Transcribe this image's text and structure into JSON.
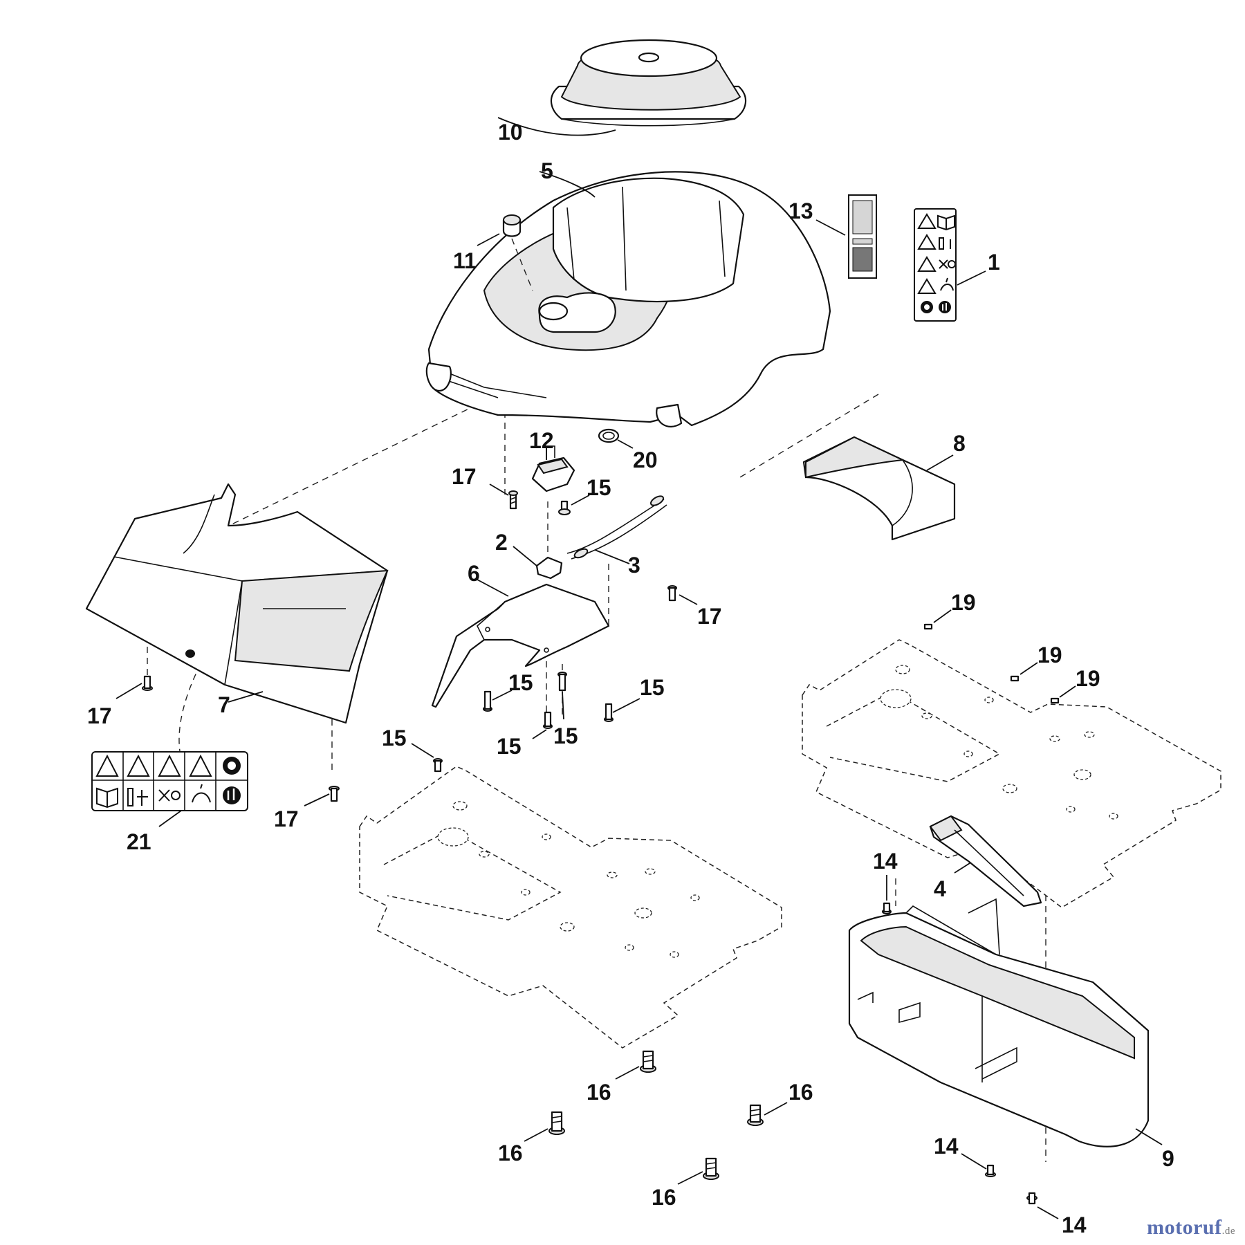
{
  "diagram": {
    "callouts": [
      {
        "id": "c10",
        "label": "10"
      },
      {
        "id": "c5",
        "label": "5"
      },
      {
        "id": "c11",
        "label": "11"
      },
      {
        "id": "c13",
        "label": "13"
      },
      {
        "id": "c1",
        "label": "1"
      },
      {
        "id": "c12",
        "label": "12"
      },
      {
        "id": "c20",
        "label": "20"
      },
      {
        "id": "c8",
        "label": "8"
      },
      {
        "id": "c17a",
        "label": "17"
      },
      {
        "id": "c15a",
        "label": "15"
      },
      {
        "id": "c2",
        "label": "2"
      },
      {
        "id": "c3",
        "label": "3"
      },
      {
        "id": "c6",
        "label": "6"
      },
      {
        "id": "c17b",
        "label": "17"
      },
      {
        "id": "c19a",
        "label": "19"
      },
      {
        "id": "c19b",
        "label": "19"
      },
      {
        "id": "c19c",
        "label": "19"
      },
      {
        "id": "c17c",
        "label": "17"
      },
      {
        "id": "c7",
        "label": "7"
      },
      {
        "id": "c15b",
        "label": "15"
      },
      {
        "id": "c15c",
        "label": "15"
      },
      {
        "id": "c15d",
        "label": "15"
      },
      {
        "id": "c15e",
        "label": "15"
      },
      {
        "id": "c15f",
        "label": "15"
      },
      {
        "id": "c17d",
        "label": "17"
      },
      {
        "id": "c21",
        "label": "21"
      },
      {
        "id": "c14a",
        "label": "14"
      },
      {
        "id": "c4",
        "label": "4"
      },
      {
        "id": "c16a",
        "label": "16"
      },
      {
        "id": "c16b",
        "label": "16"
      },
      {
        "id": "c16c",
        "label": "16"
      },
      {
        "id": "c16d",
        "label": "16"
      },
      {
        "id": "c9",
        "label": "9"
      },
      {
        "id": "c14b",
        "label": "14"
      },
      {
        "id": "c14c",
        "label": "14"
      }
    ]
  },
  "watermark": {
    "main": "motoruf",
    "tld": ".de"
  }
}
